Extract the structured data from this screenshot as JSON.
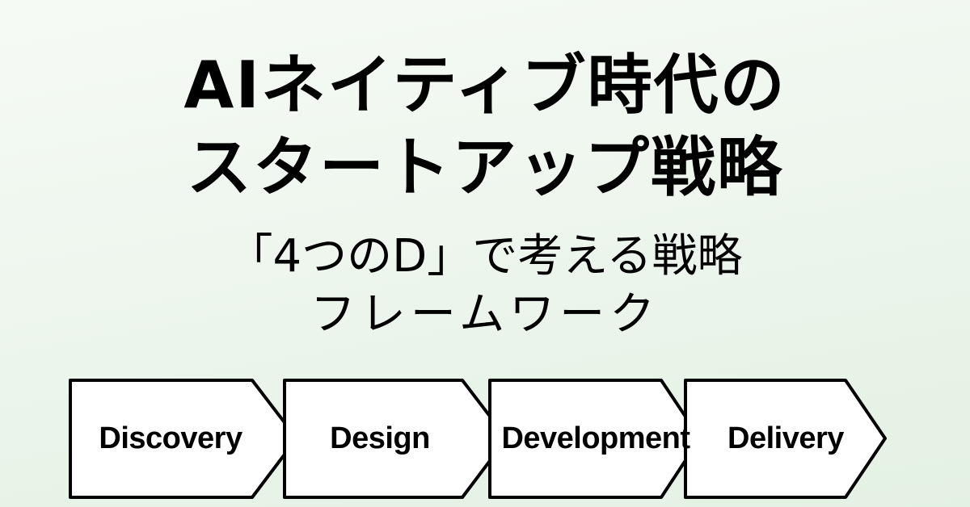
{
  "title": {
    "line1": "AIネイティブ時代の",
    "line2": "スタートアップ戦略"
  },
  "subtitle": {
    "line1": "「4つのD」で考える戦略",
    "line2": "フレームワーク"
  },
  "flow": {
    "steps": [
      {
        "label": "Discovery"
      },
      {
        "label": "Design"
      },
      {
        "label": "Development"
      },
      {
        "label": "Delivery"
      }
    ],
    "shape": "chevron",
    "fill_color": "#ffffff",
    "stroke_color": "#000000"
  },
  "colors": {
    "background_top": "#f6faf5",
    "background_bottom": "#e3f1e3",
    "text": "#000000"
  }
}
